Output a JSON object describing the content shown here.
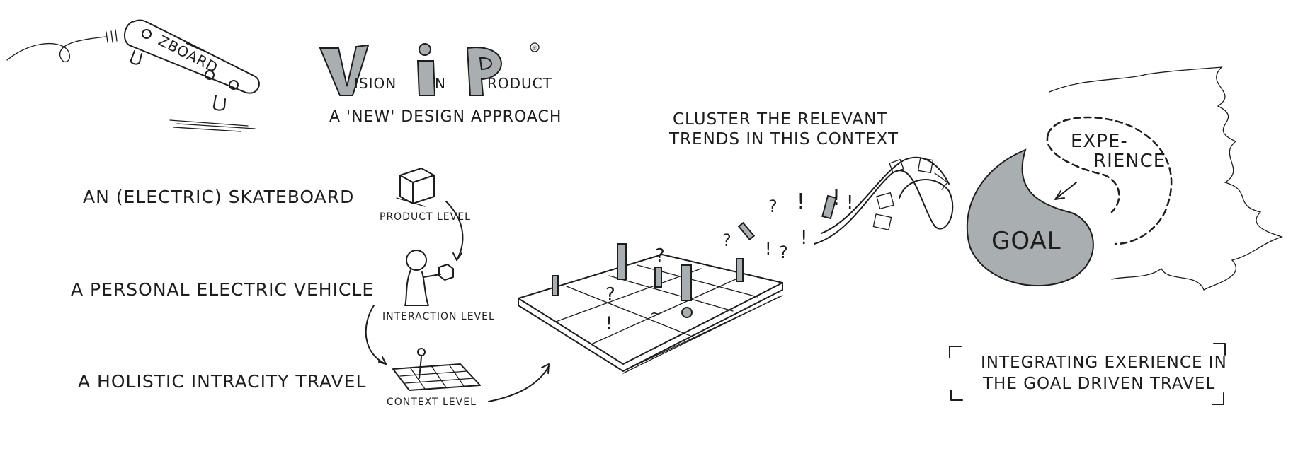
{
  "logo": {
    "vision": "ISION",
    "in": "N",
    "product": "RODUCT",
    "registered": "®",
    "subtitle": "A 'NEW' DESIGN APPROACH"
  },
  "skateboard": {
    "brand": "ZBOARD"
  },
  "levels": [
    {
      "statement": "AN (ELECTRIC) SKATEBOARD",
      "label": "PRODUCT LEVEL"
    },
    {
      "statement": "A PERSONAL ELECTRIC VEHICLE",
      "label": "INTERACTION LEVEL"
    },
    {
      "statement": "A HOLISTIC INTRACITY TRAVEL",
      "label": "CONTEXT LEVEL"
    }
  ],
  "cluster": {
    "line1": "CLUSTER THE RELEVANT",
    "line2": "TRENDS IN THIS CONTEXT"
  },
  "goal": {
    "goal": "GOAL",
    "experience_line1": "EXPE-",
    "experience_line2": "RIENCE"
  },
  "integrating": {
    "line1": "INTEGRATING EXERIENCE IN",
    "line2": "THE GOAL DRIVEN TRAVEL"
  },
  "colors": {
    "ink": "#1d1d1d",
    "fill_grey": "#a9aeb0",
    "background": "#ffffff"
  }
}
